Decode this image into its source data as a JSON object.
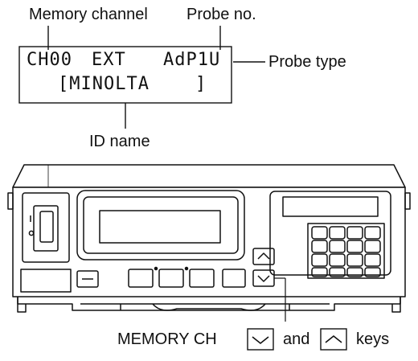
{
  "callouts": {
    "memory_channel": "Memory channel",
    "probe_no": "Probe no.",
    "probe_type": "Probe type",
    "id_name": "ID name"
  },
  "lcd": {
    "line1_channel": "CH00",
    "line1_ext": "EXT",
    "line1_probe": "AdP1U",
    "line2": "[MINOLTA    ]"
  },
  "keys_caption": {
    "prefix": "MEMORY CH",
    "middle": "and",
    "suffix": "keys",
    "icons": [
      "chevron-down-icon",
      "chevron-up-icon"
    ]
  },
  "colors": {
    "line": "#111111",
    "background": "#ffffff"
  }
}
